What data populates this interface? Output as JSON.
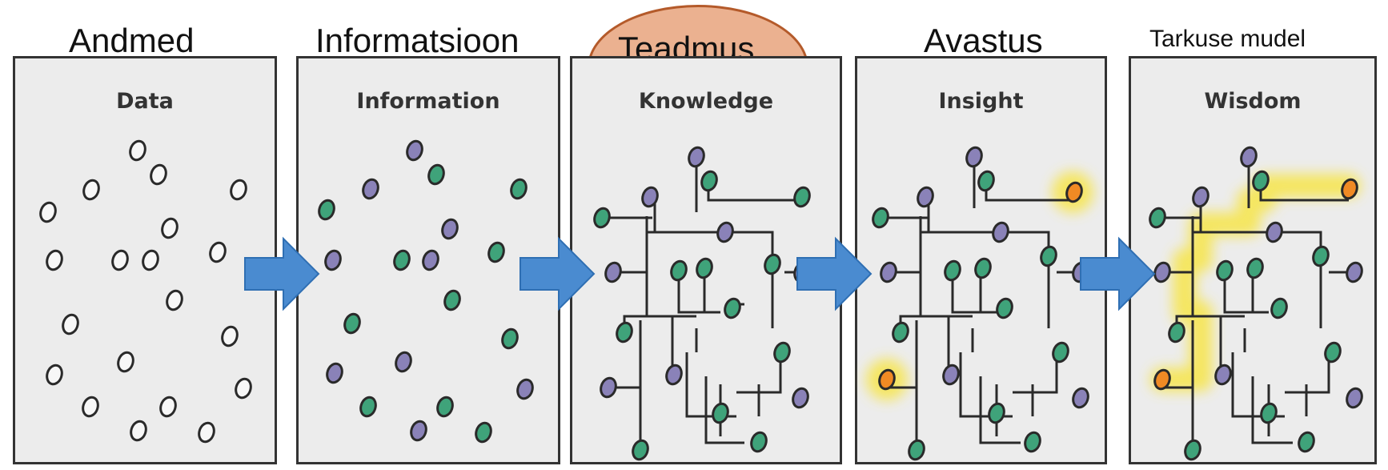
{
  "captions": {
    "data": "Andmed",
    "information": "Informatsioon",
    "knowledge": "Teadmus",
    "insight": "Avastus",
    "wisdom": "Tarkuse mudel"
  },
  "panels": {
    "data": "Data",
    "information": "Information",
    "knowledge": "Knowledge",
    "insight": "Insight",
    "wisdom": "Wisdom"
  },
  "colors": {
    "panel_bg": "#ececec",
    "green_node": "#3fa37a",
    "purple_node": "#8a82b8",
    "orange_node": "#f08a24",
    "glow": "#f7e54a",
    "arrow": "#4a8bd0",
    "highlight_oval": "#e7a078"
  }
}
